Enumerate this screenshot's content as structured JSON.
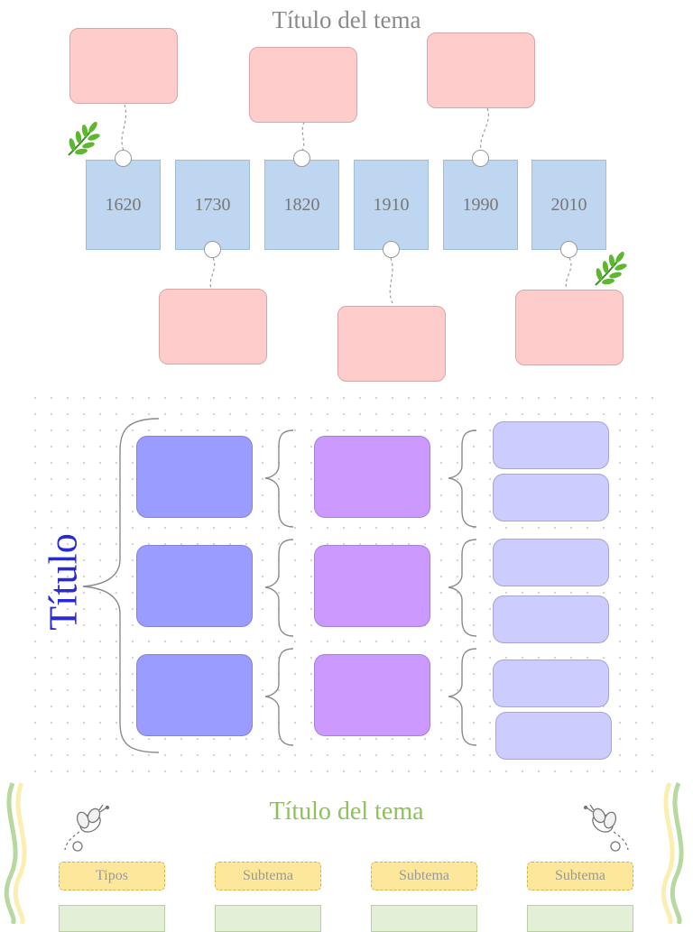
{
  "timeline": {
    "title": "Título del tema",
    "years": [
      "1620",
      "1730",
      "1820",
      "1910",
      "1990",
      "2010"
    ]
  },
  "tree": {
    "title": "Título"
  },
  "bottom": {
    "title": "Título del tema",
    "headers": [
      "Tipos",
      "Subtema",
      "Subtema",
      "Subtema"
    ]
  },
  "colors": {
    "pink": "#ffcccc",
    "blue_box": "#bed6ef",
    "blob_blue": "#9a9cff",
    "blob_purple": "#cc99ff",
    "blob_lavender": "#ccccff",
    "title_blue": "#2a2ad4",
    "title_green": "#8fc15a",
    "tag_yellow": "#fde79a"
  },
  "icons": [
    "leaf-icon",
    "bee-icon"
  ]
}
